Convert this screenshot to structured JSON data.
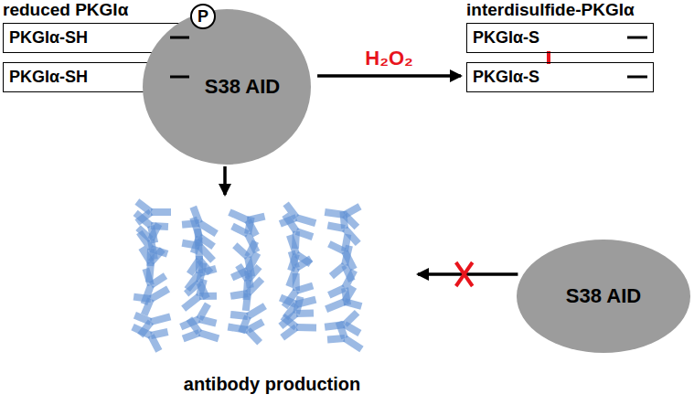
{
  "diagram": {
    "nodes": [
      {
        "text": [
          "reduced PKGIα"
        ]
      },
      {
        "text": [
          "PKGIα-SH"
        ],
        "in": 0
      },
      {
        "text": [
          "PKGIα-SH"
        ],
        "in": 0
      },
      {
        "text": [
          "S38 AID"
        ]
      },
      {
        "text": [
          "P"
        ],
        "in": 3
      },
      {
        "text": [
          "interdisulfide-PKGIα"
        ]
      },
      {
        "text": [
          "PKGIα-S"
        ],
        "in": 5
      },
      {
        "text": [
          "PKGIα-S"
        ],
        "in": 5
      },
      {
        "text": [
          "antibody production"
        ]
      },
      {
        "text": [
          "S38 AID"
        ]
      }
    ],
    "edges": [
      {
        "from": 3,
        "to": 5,
        "arrow": "to",
        "label": "H₂O₂"
      },
      {
        "from": 3,
        "to": 8,
        "arrow": "to"
      },
      {
        "from": 9,
        "to": 8,
        "arrow": "to"
      }
    ]
  }
}
